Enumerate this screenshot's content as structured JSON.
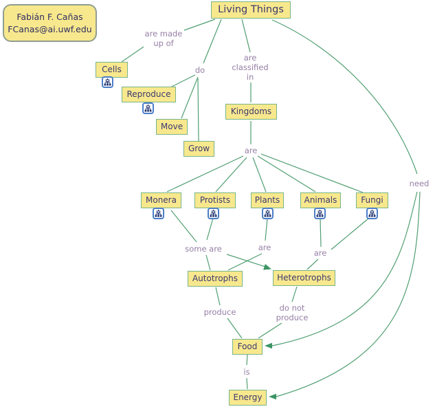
{
  "colors": {
    "background": "#FFFFFF",
    "node_fill": "#F8E88D",
    "node_border": "#77B489",
    "node_text": "#3A3870",
    "link_line": "#4F9E71",
    "arrow_fill": "#3C9464",
    "label_text": "#957FA5",
    "icon_border": "#4B7DC8",
    "icon_glyph": "#1B2E6B",
    "author_border": "#8F9E8F"
  },
  "author_box": {
    "line1": "Fabián F. Cañas",
    "line2": "FCanas@ai.uwf.edu"
  },
  "concepts": {
    "living_things": "Living Things",
    "cells": "Cells",
    "reproduce": "Reproduce",
    "move": "Move",
    "grow": "Grow",
    "kingdoms": "Kingdoms",
    "monera": "Monera",
    "protists": "Protists",
    "plants": "Plants",
    "animals": "Animals",
    "fungi": "Fungi",
    "autotrophs": "Autotrophs",
    "heterotrophs": "Heterotrophs",
    "food": "Food",
    "energy": "Energy"
  },
  "linking_phrases": {
    "are_made_up_of": [
      "are made",
      "up of"
    ],
    "do": "do",
    "are_classified_in": [
      "are",
      "classified",
      "in"
    ],
    "are_kingdoms": "are",
    "some_are": "some are",
    "are_plants": "are",
    "are_animals_fungi": "are",
    "produce": "produce",
    "do_not_produce": [
      "do not",
      "produce"
    ],
    "is": "is",
    "need": "need"
  },
  "relations": [
    {
      "from": "Living Things",
      "label": "are made up of",
      "to": "Cells"
    },
    {
      "from": "Living Things",
      "label": "do",
      "to": "Reproduce"
    },
    {
      "from": "Living Things",
      "label": "do",
      "to": "Move"
    },
    {
      "from": "Living Things",
      "label": "do",
      "to": "Grow"
    },
    {
      "from": "Living Things",
      "label": "are classified in",
      "to": "Kingdoms"
    },
    {
      "from": "Living Things",
      "label": "need",
      "to": "Food"
    },
    {
      "from": "Living Things",
      "label": "need",
      "to": "Energy"
    },
    {
      "from": "Kingdoms",
      "label": "are",
      "to": "Monera"
    },
    {
      "from": "Kingdoms",
      "label": "are",
      "to": "Protists"
    },
    {
      "from": "Kingdoms",
      "label": "are",
      "to": "Plants"
    },
    {
      "from": "Kingdoms",
      "label": "are",
      "to": "Animals"
    },
    {
      "from": "Kingdoms",
      "label": "are",
      "to": "Fungi"
    },
    {
      "from": "Monera",
      "label": "some are",
      "to": "Autotrophs"
    },
    {
      "from": "Monera",
      "label": "some are",
      "to": "Heterotrophs"
    },
    {
      "from": "Protists",
      "label": "some are",
      "to": "Autotrophs"
    },
    {
      "from": "Protists",
      "label": "some are",
      "to": "Heterotrophs"
    },
    {
      "from": "Plants",
      "label": "are",
      "to": "Autotrophs"
    },
    {
      "from": "Animals",
      "label": "are",
      "to": "Heterotrophs"
    },
    {
      "from": "Fungi",
      "label": "are",
      "to": "Heterotrophs"
    },
    {
      "from": "Autotrophs",
      "label": "produce",
      "to": "Food"
    },
    {
      "from": "Heterotrophs",
      "label": "do not produce",
      "to": "Food"
    },
    {
      "from": "Food",
      "label": "is",
      "to": "Energy"
    }
  ],
  "icon_meaning": "concept-map-resource-icon"
}
